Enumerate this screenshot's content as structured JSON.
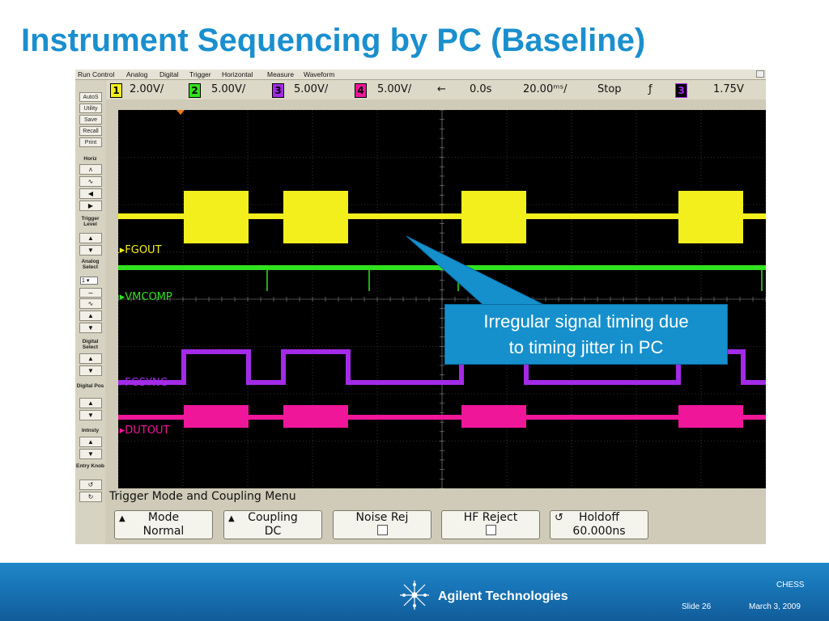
{
  "title": "Instrument Sequencing by PC (Baseline)",
  "menu": [
    "Run Control",
    "Analog",
    "Digital",
    "Trigger",
    "Horizontal",
    "Measure",
    "Waveform"
  ],
  "left_panel": {
    "buttons": [
      "AutoS",
      "Utility",
      "Save",
      "Recall",
      "Print"
    ],
    "horiz_label": "Horiz",
    "trigger_level_label": "Trigger Level",
    "analog_select_label": "Analog Select",
    "analog_select_value": "1",
    "digital_select_label": "Digital Select",
    "digital_pos_label": "Digital Pos",
    "intensity_label": "Intnsty",
    "entry_knob_label": "Entry Knob"
  },
  "toolbar": {
    "ch1_num": "1",
    "ch1_scale": "2.00V/",
    "ch2_num": "2",
    "ch2_scale": "5.00V/",
    "ch3_num": "3",
    "ch3_scale": "5.00V/",
    "ch4_num": "4",
    "ch4_scale": "5.00V/",
    "delay": "0.0s",
    "timebase": "20.00ᵐˢ/",
    "run_state": "Stop",
    "trigger_source": "3",
    "trigger_level": "1.75V"
  },
  "channels": [
    {
      "num": "1",
      "label": "FGOUT",
      "color": "#f2ef1c"
    },
    {
      "num": "2",
      "label": "VMCOMP",
      "color": "#31e31e"
    },
    {
      "num": "3",
      "label": "FGSYNC",
      "color": "#a32be8"
    },
    {
      "num": "4",
      "label": "DUTOUT",
      "color": "#f0169a"
    }
  ],
  "softkey_menu_title": "Trigger Mode and Coupling Menu",
  "softkeys": [
    {
      "line1": "Mode",
      "line2": "Normal"
    },
    {
      "line1": "Coupling",
      "line2": "DC"
    },
    {
      "line1": "Noise Rej",
      "line2": ""
    },
    {
      "line1": "HF Reject",
      "line2": ""
    },
    {
      "line1": "Holdoff",
      "line2": "60.000ns"
    }
  ],
  "callout": {
    "line1": "Irregular signal timing due",
    "line2": "to timing jitter in PC"
  },
  "footer": {
    "company": "Agilent Technologies",
    "event": "CHESS",
    "slide": "Slide 26",
    "date": "March 3, 2009"
  },
  "colors": {
    "title": "#1a8fce",
    "callout": "#1690cc",
    "footer": "#1876b8"
  }
}
